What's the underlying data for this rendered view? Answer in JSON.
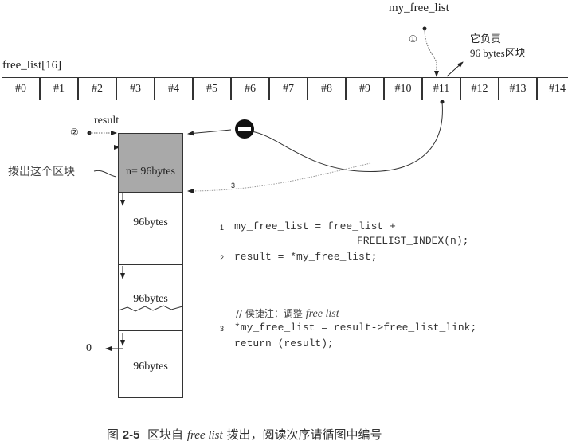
{
  "labels": {
    "my_free_list": "my_free_list",
    "free_list": "free_list[16]",
    "responsible": "它负责",
    "responsible_size": "96 bytes区块",
    "result": "result",
    "step1": "①",
    "step2": "②",
    "step3": "3",
    "extract": "拨出这个区块",
    "block_n": "n= 96bytes",
    "block": "96bytes",
    "zero": "0"
  },
  "cells": [
    "#0",
    "#1",
    "#2",
    "#3",
    "#4",
    "#5",
    "#6",
    "#7",
    "#8",
    "#9",
    "#10",
    "#11",
    "#12",
    "#13",
    "#14"
  ],
  "code": {
    "n1": "1",
    "l1": "my_free_list = free_list +",
    "l1b": "FREELIST_INDEX(n);",
    "n2": "2",
    "l2": "result = *my_free_list;",
    "comment": "// 侯捷注：调整",
    "comment_it": "free list",
    "n3": "3",
    "l3": "*my_free_list = result->free_list_link;",
    "l4": "return (result);"
  },
  "caption": {
    "prefix": "图",
    "num": "2-5",
    "text1": "区块自",
    "italic": "free list",
    "text2": "拨出，阅读次序请循图中编号"
  }
}
